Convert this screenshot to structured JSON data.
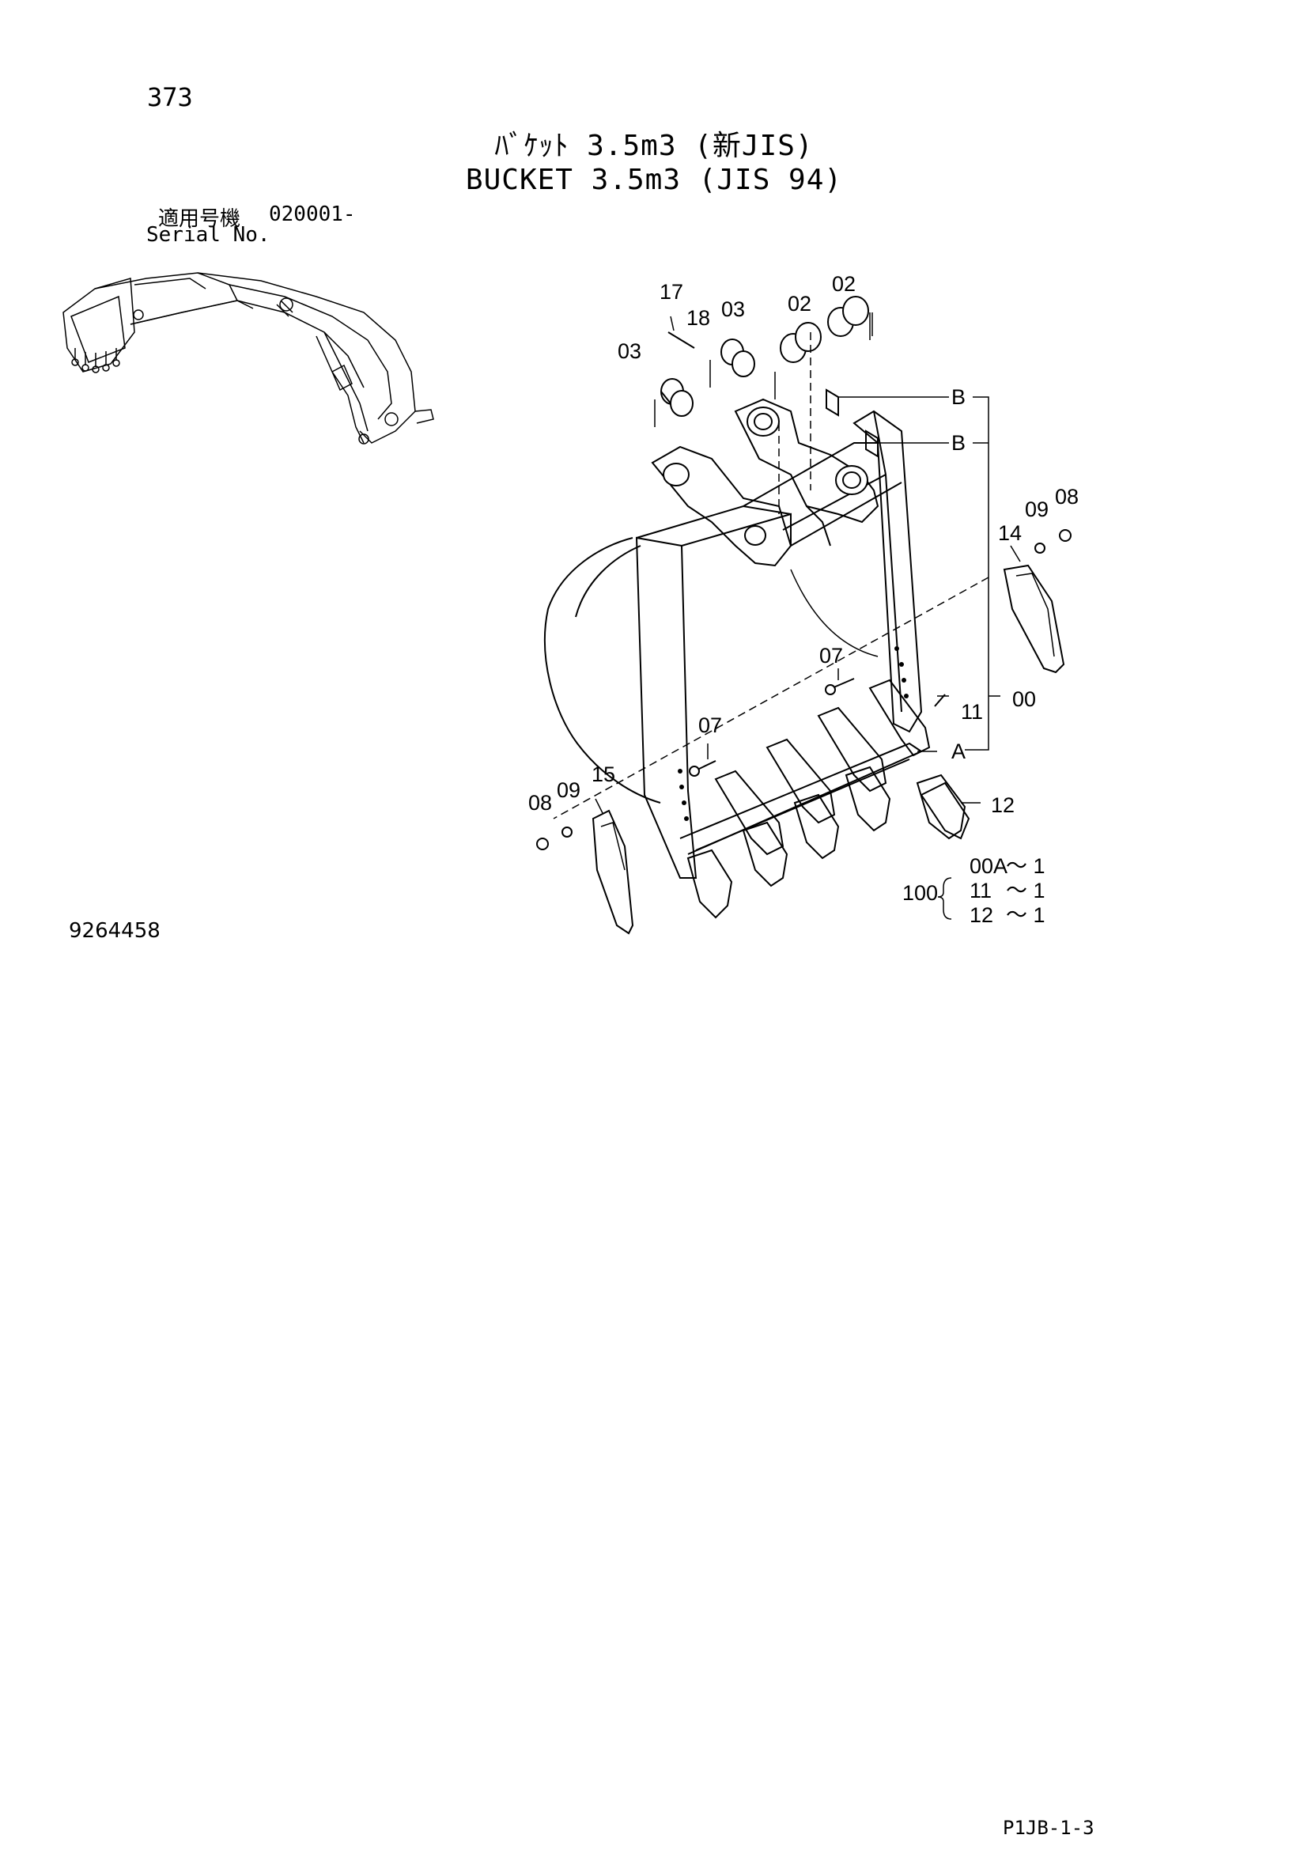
{
  "page_number": "373",
  "title_jp": "ﾊﾞｹｯﾄ 3.5m3 (新JIS)",
  "title_en": "BUCKET 3.5m3 (JIS 94)",
  "serial": {
    "label_jp": "適用号機",
    "label_en": "Serial No.",
    "value": "020001-"
  },
  "drawing_number": "9264458",
  "footer_code": "P1JB-1-3",
  "callouts": {
    "p17": "17",
    "p18": "18",
    "p03a": "03",
    "p03b": "03",
    "p02a": "02",
    "p02b": "02",
    "pB1": "B",
    "pB2": "B",
    "p09a": "09",
    "p08a": "08",
    "p14": "14",
    "p07a": "07",
    "p11": "11",
    "p00": "00",
    "p07b": "07",
    "pA": "A",
    "p15": "15",
    "p08b": "08",
    "p09b": "09",
    "p12": "12"
  },
  "kit": {
    "number": "100",
    "items": [
      {
        "part": "00A",
        "qty": "～ 1"
      },
      {
        "part": "11",
        "qty": "～ 1"
      },
      {
        "part": "12",
        "qty": "～ 1"
      }
    ]
  }
}
